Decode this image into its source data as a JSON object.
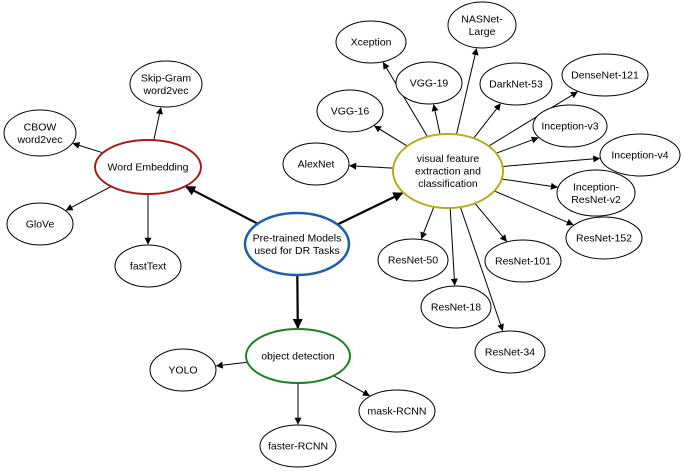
{
  "diagram": {
    "root": {
      "id": "root",
      "label": [
        "Pre-trained Models",
        "used for DR Tasks"
      ],
      "color": "#1f5fa8"
    },
    "hubs": [
      {
        "id": "word",
        "label": [
          "Word Embedding"
        ],
        "color": "#a51c1c",
        "children": [
          {
            "id": "skipgram",
            "label": [
              "Skip-Gram",
              "word2vec"
            ]
          },
          {
            "id": "cbow",
            "label": [
              "CBOW",
              "word2vec"
            ]
          },
          {
            "id": "glove",
            "label": [
              "GloVe"
            ]
          },
          {
            "id": "fasttext",
            "label": [
              "fastText"
            ]
          }
        ]
      },
      {
        "id": "visual",
        "label": [
          "visual feature",
          "extraction and",
          "classification"
        ],
        "color": "#b5aa20",
        "children": [
          {
            "id": "xception",
            "label": [
              "Xception"
            ]
          },
          {
            "id": "nasnet",
            "label": [
              "NASNet-",
              "Large"
            ]
          },
          {
            "id": "vgg19",
            "label": [
              "VGG-19"
            ]
          },
          {
            "id": "darknet",
            "label": [
              "DarkNet-53"
            ]
          },
          {
            "id": "densenet",
            "label": [
              "DenseNet-121"
            ]
          },
          {
            "id": "vgg16",
            "label": [
              "VGG-16"
            ]
          },
          {
            "id": "inceptionv3",
            "label": [
              "Inception-v3"
            ]
          },
          {
            "id": "alexnet",
            "label": [
              "AlexNet"
            ]
          },
          {
            "id": "inceptionv4",
            "label": [
              "Inception-v4"
            ]
          },
          {
            "id": "incresnet",
            "label": [
              "Inception-",
              "ResNet-v2"
            ]
          },
          {
            "id": "resnet152",
            "label": [
              "ResNet-152"
            ]
          },
          {
            "id": "resnet50",
            "label": [
              "ResNet-50"
            ]
          },
          {
            "id": "resnet101",
            "label": [
              "ResNet-101"
            ]
          },
          {
            "id": "resnet18",
            "label": [
              "ResNet-18"
            ]
          },
          {
            "id": "resnet34",
            "label": [
              "ResNet-34"
            ]
          }
        ]
      },
      {
        "id": "object",
        "label": [
          "object detection"
        ],
        "color": "#1e7d28",
        "children": [
          {
            "id": "yolo",
            "label": [
              "YOLO"
            ]
          },
          {
            "id": "maskrcnn",
            "label": [
              "mask-RCNN"
            ]
          },
          {
            "id": "fasterrcnn",
            "label": [
              "faster-RCNN"
            ]
          }
        ]
      }
    ]
  }
}
